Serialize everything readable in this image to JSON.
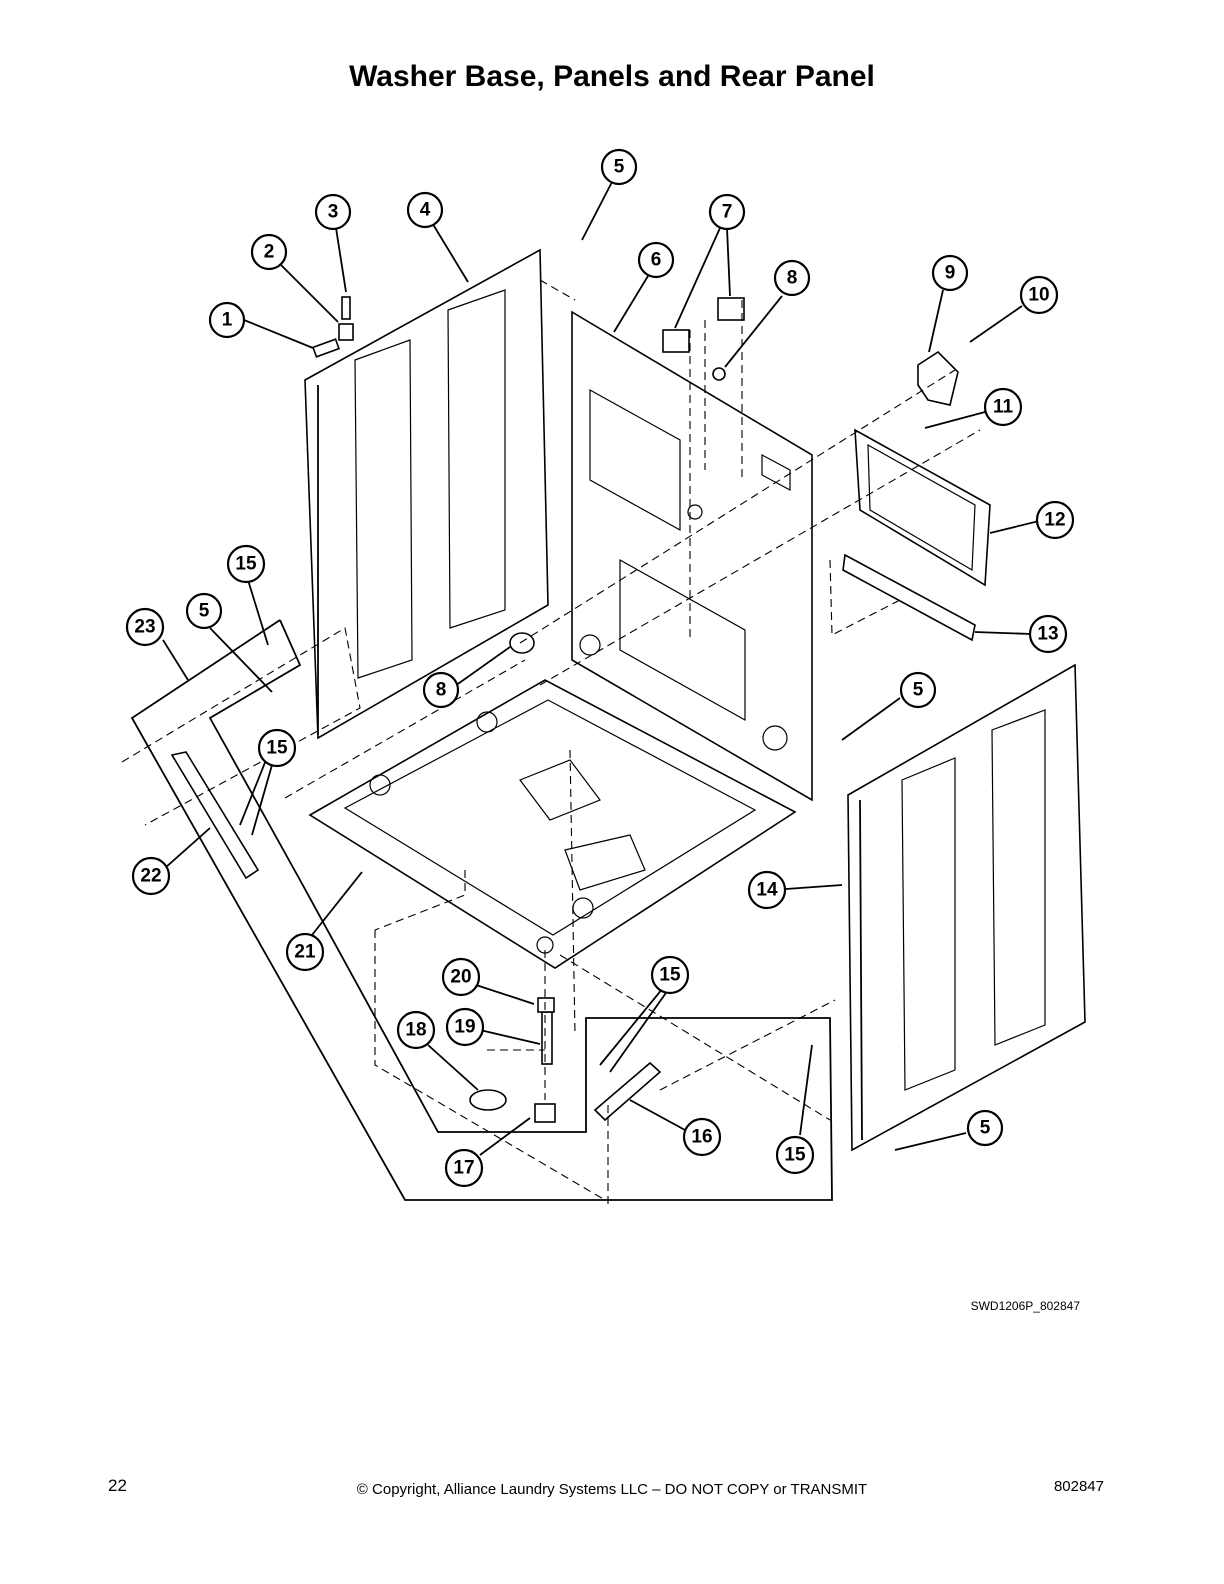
{
  "header": {
    "title": "Washer Base, Panels and Rear Panel"
  },
  "diagram": {
    "callouts": [
      "1",
      "2",
      "3",
      "4",
      "5",
      "6",
      "7",
      "8",
      "9",
      "10",
      "11",
      "12",
      "13",
      "5",
      "15",
      "5",
      "23",
      "8",
      "15",
      "22",
      "21",
      "14",
      "20",
      "15",
      "18",
      "19",
      "16",
      "17",
      "15",
      "5"
    ],
    "drawing_code": "SWD1206P_802847"
  },
  "footer": {
    "page_number": "22",
    "copyright": "© Copyright, Alliance Laundry Systems LLC – DO NOT COPY or TRANSMIT",
    "doc_number": "802847"
  }
}
